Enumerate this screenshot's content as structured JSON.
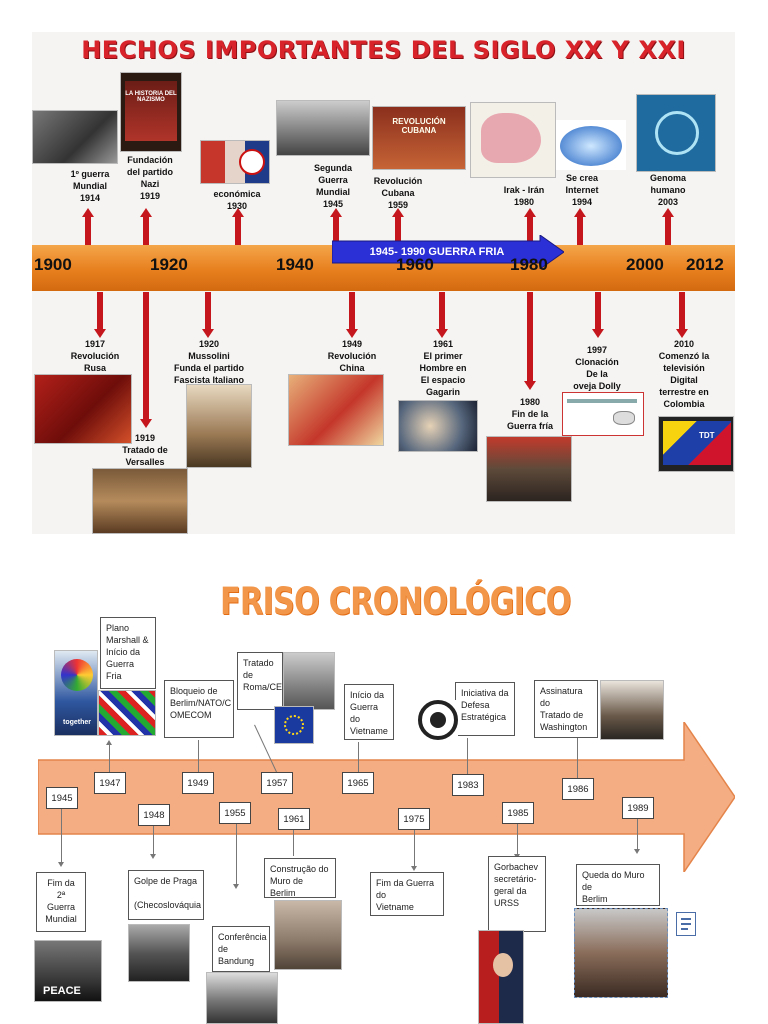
{
  "poster": {
    "title": "HECHOS IMPORTANTES DEL SIGLO XX Y XXI",
    "cold_war_label": "1945- 1990 GUERRA FRIA",
    "axis_years": [
      "1900",
      "1920",
      "1940",
      "1960",
      "1980",
      "2000",
      "2012"
    ],
    "top_events": [
      "1º guerra\nMundial\n1914",
      "Fundación\ndel partido\nNazi\n1919",
      "económica\n1930",
      "Segunda\nGuerra\nMundial\n1945",
      "Revolución\nCubana\n1959",
      "Irak - Irán\n1980",
      "Se crea\nInternet\n1994",
      "Genoma\nhumano\n2003"
    ],
    "bottom_events": [
      "1917\nRevolución\nRusa",
      "1919\nTratado de\nVersalles",
      "1920\nMussolini\nFunda el partido\nFascista Italiano",
      "1949\nRevolución\nChina",
      "1961\nEl primer\nHombre en\nEl espacio\nGagarin",
      "1980\nFin de la\nGuerra fría",
      "1997\nClonación\nDe la\noveja Dolly",
      "2010\nComenzó la\ntelevisión\nDigital\nterrestre en\nColombia"
    ],
    "image_texts": {
      "nazismo": "LA HISTORIA DEL NAZISMO",
      "cubana": "REVOLUCIÓN CUBANA",
      "tdt": "TDT"
    }
  },
  "friso": {
    "title": "FRISO CRONOLÓGICO",
    "years_top": [
      "1947",
      "1949",
      "1957",
      "1965",
      "1983",
      "1986"
    ],
    "years_bottom": [
      "1945",
      "1948",
      "1955",
      "1961",
      "1975",
      "1985",
      "1989"
    ],
    "events": {
      "e1945": "Fim da 2ª\nGuerra\nMundial",
      "e1947": "Plano\nMarshall &\nInício da\nGuerra Fria",
      "e1948": "Golpe de Praga\n\n(Checoslováquia",
      "e1949": "Bloqueio de\nBerlim/NATO/C\nOMECOM",
      "e1955": "Conferência\nde Bandung",
      "e1957": "Tratado\nde\nRoma/CE",
      "e1961": "Construção do\nMuro de Berlim",
      "e1965": "Início da\nGuerra do\nVietname",
      "e1975": "Fim da Guerra do\nVietname",
      "e1983": "Iniciativa da\nDefesa\nEstratégica",
      "e1985": "Gorbachev\nsecretário-\ngeral da\nURSS",
      "e1986": "Assinatura do\nTratado de\nWashington",
      "e1989": "Queda do Muro de\nBerlim"
    },
    "image_texts": {
      "together": "together",
      "peace": "PEACE"
    }
  }
}
